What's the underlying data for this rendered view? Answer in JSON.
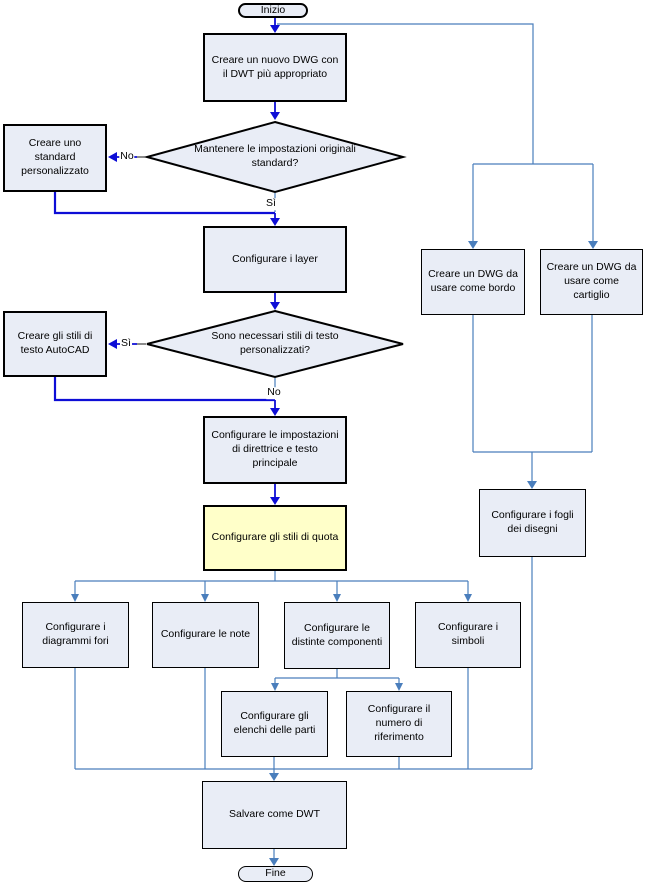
{
  "colors": {
    "background": "#FFFFFF",
    "node_fill": "#E9EDF6",
    "highlight_fill": "#FFFFC9",
    "main_flow": "#0D0DD6",
    "connector": "#4A7EBC",
    "border": "#000000"
  },
  "nodes": {
    "start": "Inizio",
    "new_dwg": "Creare un nuovo DWG con il DWT più appropriato",
    "keep_standard_q": "Mantenere le impostazioni originali standard?",
    "custom_standard": "Creare uno standard personalizzato",
    "layers": "Configurare i layer",
    "text_styles_q": "Sono necessari stili di testo personalizzati?",
    "autocad_text_styles": "Creare gli stili di testo AutoCAD",
    "leader_settings": "Configurare le impostazioni di direttrice e testo principale",
    "dim_styles": "Configurare gli stili di quota",
    "hole_charts": "Configurare i diagrammi fori",
    "notes": "Configurare le note",
    "parts_list_components": "Configurare le distinte componenti",
    "symbols": "Configurare i simboli",
    "parts_lists": "Configurare gli elenchi delle parti",
    "ref_number": "Configurare il numero di riferimento",
    "border_dwg": "Creare un DWG da usare come bordo",
    "title_block_dwg": "Creare un DWG da usare come cartiglio",
    "sheets": "Configurare i fogli dei disegni",
    "save_dwt": "Salvare come DWT",
    "end": "Fine"
  },
  "edge_labels": {
    "decision1_no": "No",
    "decision1_yes": "Sì",
    "decision2_yes": "Sì",
    "decision2_no": "No"
  }
}
